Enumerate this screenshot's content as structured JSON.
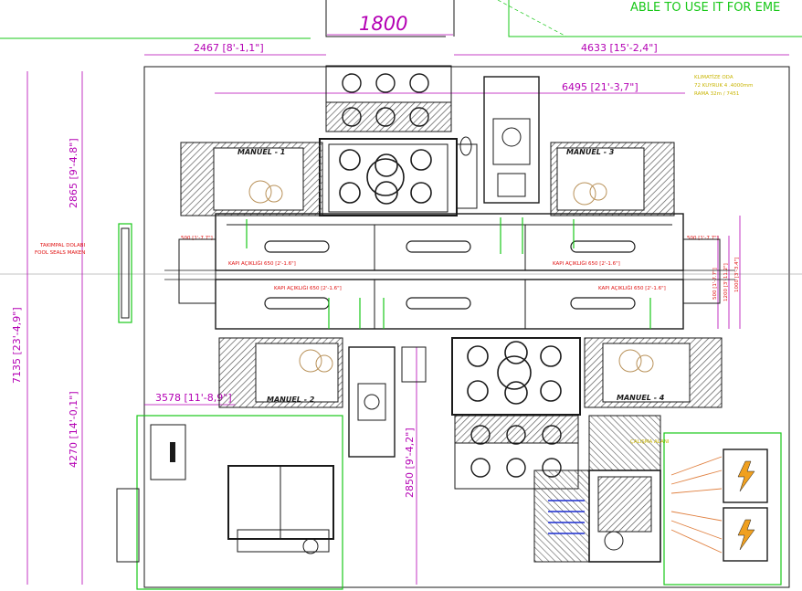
{
  "header": {
    "banner": "ABLE TO USE IT FOR EME"
  },
  "dimensions": {
    "top_center": "1800",
    "top_left": "2467 [8'-1,1\"]",
    "top_right": "4633 [15'-2,4\"]",
    "inner_top": "6495 [21'-3,7\"]",
    "left_total": "7135 [23'-4,9\"]",
    "left_upper": "2865 [9'-4.8\"]",
    "left_lower": "4270 [14'-0,1\"]",
    "lower_left": "3578 [11'-8,9\"]",
    "lower_center": "2850 [9'-4,2\"]",
    "small_left": "500 [1'-7.7\"]",
    "small_right": "500 [1'-7.7\"]",
    "right_vertical_1": "500 [1'-7.7\"]",
    "right_vertical_2": "1200 [3'-11.2\"]",
    "right_vertical_3": "1000 [3'-3.4\"]"
  },
  "labels": {
    "manuel_1": "MANUEL - 1",
    "manuel_2": "MANUEL - 2",
    "manuel_3": "MANUEL - 3",
    "manuel_4": "MANUEL - 4",
    "door_1": "KAPI AÇIKLIĞI 650 [2'-1.6\"]",
    "door_2": "KAPI AÇIKLIĞI 650 [2'-1.6\"]",
    "door_3": "KAPI AÇIKLIĞI 650 [2'-1.6\"]",
    "door_4": "KAPI AÇIKLIĞI 650 [2'-1.6\"]"
  },
  "notes": {
    "yellow_right": [
      "KLIMATİZE ODA",
      "72 KUYRUK 4 .4000mm",
      "RAMA 32m / 7451"
    ],
    "red_left": [
      "TAKIMPAL DOLABI",
      "FOOL SEALS MAKEN"
    ],
    "yellow_right_small": "ÇALIŞMA ALANI"
  },
  "colors": {
    "dimension": "#b400b4",
    "outline": "#1a1a1a",
    "zone_green": "#19c819",
    "hatch_dark": "#505050",
    "note_yellow": "#c8b400",
    "note_red": "#e01010",
    "highlight_blue": "#1a2cd0"
  }
}
